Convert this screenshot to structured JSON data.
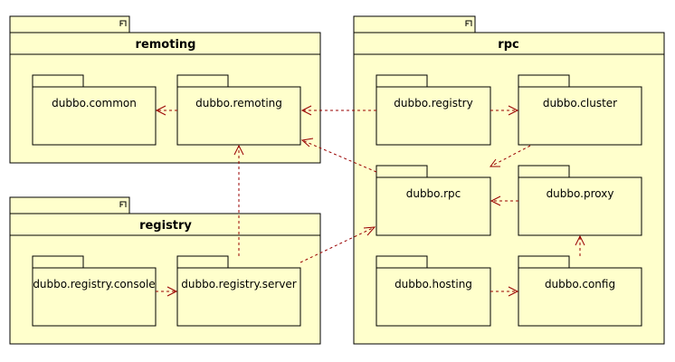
{
  "containers": [
    {
      "id": "remoting",
      "title": "remoting"
    },
    {
      "id": "registry",
      "title": "registry"
    },
    {
      "id": "rpc",
      "title": "rpc"
    }
  ],
  "packages": [
    {
      "id": "dubbo_common",
      "label": "dubbo.common"
    },
    {
      "id": "dubbo_remoting",
      "label": "dubbo.remoting"
    },
    {
      "id": "dubbo_registry_console",
      "label": "dubbo.registry.console"
    },
    {
      "id": "dubbo_registry_server",
      "label": "dubbo.registry.server"
    },
    {
      "id": "dubbo_registry",
      "label": "dubbo.registry"
    },
    {
      "id": "dubbo_cluster",
      "label": "dubbo.cluster"
    },
    {
      "id": "dubbo_rpc",
      "label": "dubbo.rpc"
    },
    {
      "id": "dubbo_proxy",
      "label": "dubbo.proxy"
    },
    {
      "id": "dubbo_hosting",
      "label": "dubbo.hosting"
    },
    {
      "id": "dubbo_config",
      "label": "dubbo.config"
    }
  ],
  "dependencies": [
    {
      "from": "dubbo_remoting",
      "to": "dubbo_common"
    },
    {
      "from": "dubbo_registry",
      "to": "dubbo_remoting"
    },
    {
      "from": "dubbo_rpc",
      "to": "dubbo_remoting"
    },
    {
      "from": "dubbo_registry_server",
      "to": "dubbo_remoting"
    },
    {
      "from": "dubbo_registry_console",
      "to": "dubbo_registry_server"
    },
    {
      "from": "dubbo_registry_server",
      "to": "dubbo_rpc"
    },
    {
      "from": "dubbo_registry",
      "to": "dubbo_cluster"
    },
    {
      "from": "dubbo_cluster",
      "to": "dubbo_rpc"
    },
    {
      "from": "dubbo_proxy",
      "to": "dubbo_rpc"
    },
    {
      "from": "dubbo_config",
      "to": "dubbo_proxy"
    },
    {
      "from": "dubbo_hosting",
      "to": "dubbo_config"
    }
  ],
  "colors": {
    "fill": "#ffffcc",
    "border": "#000000",
    "dependency": "#990000"
  }
}
